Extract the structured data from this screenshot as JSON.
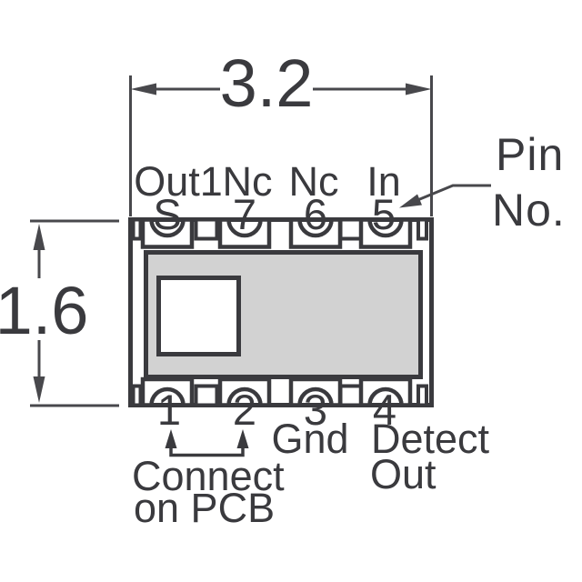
{
  "figure": {
    "type": "component-package-pinout-dimension-diagram",
    "dimension_width_mm": "3.2",
    "dimension_height_mm": "1.6",
    "pin_callout": {
      "line1": "Pin",
      "line2": "No."
    },
    "top_pins": [
      {
        "function": "Out1",
        "number": "S"
      },
      {
        "function": "Nc",
        "number": "7"
      },
      {
        "function": "Nc",
        "number": "6"
      },
      {
        "function": "In",
        "number": "5"
      }
    ],
    "bottom_pins": [
      {
        "number": "1"
      },
      {
        "number": "2"
      },
      {
        "number": "3"
      },
      {
        "number": "4"
      }
    ],
    "annotations": {
      "gnd": "Gnd",
      "detect_line1": "Detect",
      "detect_line2": "Out",
      "connect_line1": "Connect",
      "connect_line2": "on PCB"
    },
    "colors": {
      "outline": "#3a3a3e",
      "dimension": "#48484c",
      "body_fill": "#d2d2d2",
      "background": "#ffffff"
    }
  }
}
